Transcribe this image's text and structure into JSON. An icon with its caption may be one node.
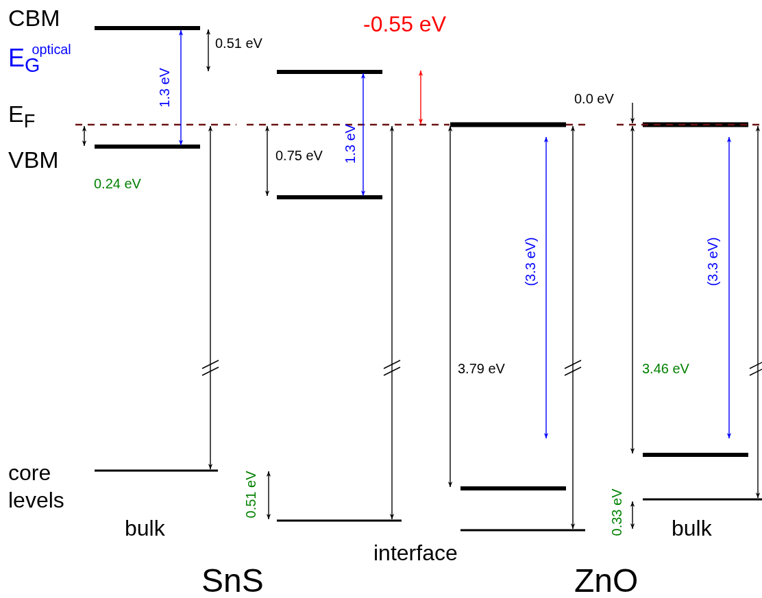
{
  "diagram": {
    "labels": [
      "CBM",
      "-0.55 eV",
      "0.51 eV",
      "E$_{G}$$^{optical}$",
      "1.3 eV",
      "1.3 eV",
      "0.0 eV",
      "E$_{F}$",
      "VBM",
      "0.75 eV",
      "0.24 eV",
      "(3.3 eV)",
      "(3.3 eV)",
      "3.79 eV",
      "3.46 eV",
      "core levels",
      "0.51 eV",
      "0.33 eV",
      "bulk",
      "bulk",
      "interface",
      "SnS",
      "ZnO"
    ]
  }
}
